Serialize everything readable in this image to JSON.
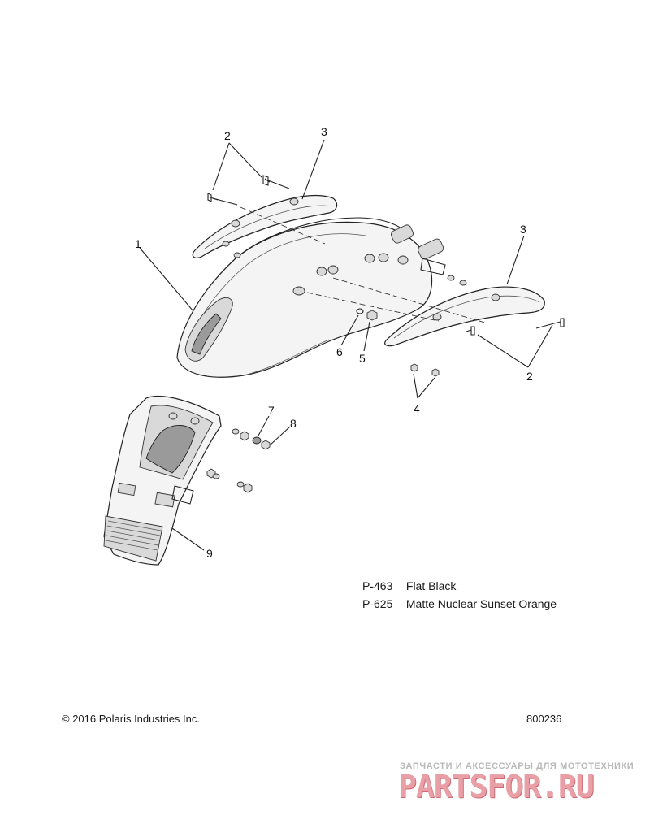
{
  "callouts": {
    "c1": "1",
    "c2_top": "2",
    "c3_top": "3",
    "c3_right": "3",
    "c2_right": "2",
    "c6": "6",
    "c5": "5",
    "c4": "4",
    "c7": "7",
    "c8": "8",
    "c9": "9"
  },
  "notes": [
    {
      "code": "P-463",
      "label": "Flat Black"
    },
    {
      "code": "P-625",
      "label": "Matte Nuclear Sunset Orange"
    }
  ],
  "footer": {
    "copyright": "© 2016 Polaris Industries Inc.",
    "drawing_number": "800236"
  },
  "watermark": {
    "subtitle": "ЗАПЧАСТИ И АКСЕССУАРЫ ДЛЯ МОТОТЕХНИКИ",
    "brand": "PARTSFOR.RU"
  }
}
